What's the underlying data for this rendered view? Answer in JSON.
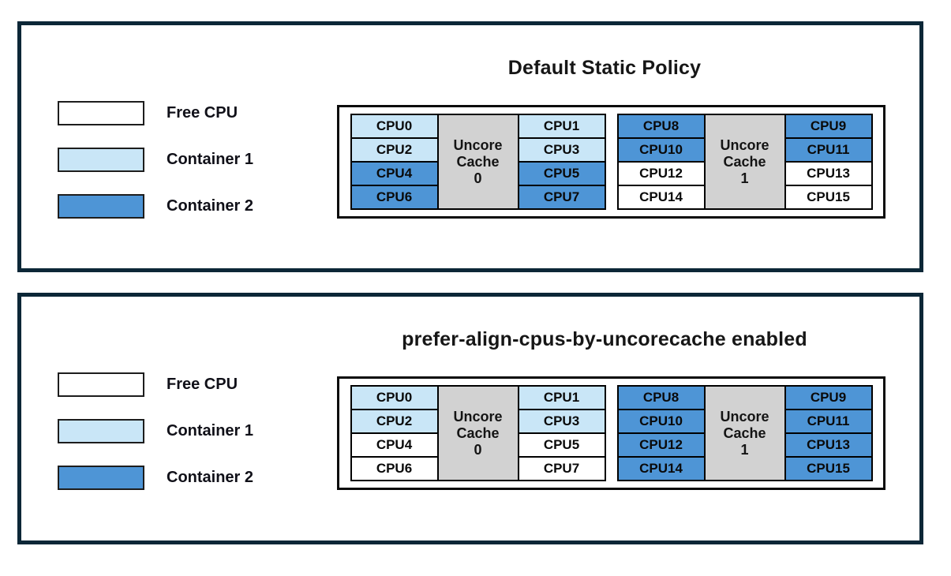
{
  "colors": {
    "free": "#ffffff",
    "container1": "#c9e6f7",
    "container2": "#4e95d6",
    "cache_fill": "#d2d2d2",
    "panel_border": "#0c2737"
  },
  "legend": {
    "items": [
      {
        "label": "Free CPU",
        "state": "free"
      },
      {
        "label": "Container 1",
        "state": "container1"
      },
      {
        "label": "Container 2",
        "state": "container2"
      }
    ]
  },
  "panels": [
    {
      "title": "Default Static Policy",
      "caches": [
        {
          "label_lines": [
            "Uncore",
            "Cache",
            "0"
          ],
          "left_cpus": [
            {
              "label": "CPU0",
              "state": "container1"
            },
            {
              "label": "CPU2",
              "state": "container1"
            },
            {
              "label": "CPU4",
              "state": "container2"
            },
            {
              "label": "CPU6",
              "state": "container2"
            }
          ],
          "right_cpus": [
            {
              "label": "CPU1",
              "state": "container1"
            },
            {
              "label": "CPU3",
              "state": "container1"
            },
            {
              "label": "CPU5",
              "state": "container2"
            },
            {
              "label": "CPU7",
              "state": "container2"
            }
          ]
        },
        {
          "label_lines": [
            "Uncore",
            "Cache",
            "1"
          ],
          "left_cpus": [
            {
              "label": "CPU8",
              "state": "container2"
            },
            {
              "label": "CPU10",
              "state": "container2"
            },
            {
              "label": "CPU12",
              "state": "free"
            },
            {
              "label": "CPU14",
              "state": "free"
            }
          ],
          "right_cpus": [
            {
              "label": "CPU9",
              "state": "container2"
            },
            {
              "label": "CPU11",
              "state": "container2"
            },
            {
              "label": "CPU13",
              "state": "free"
            },
            {
              "label": "CPU15",
              "state": "free"
            }
          ]
        }
      ]
    },
    {
      "title": "prefer-align-cpus-by-uncorecache enabled",
      "caches": [
        {
          "label_lines": [
            "Uncore",
            "Cache",
            "0"
          ],
          "left_cpus": [
            {
              "label": "CPU0",
              "state": "container1"
            },
            {
              "label": "CPU2",
              "state": "container1"
            },
            {
              "label": "CPU4",
              "state": "free"
            },
            {
              "label": "CPU6",
              "state": "free"
            }
          ],
          "right_cpus": [
            {
              "label": "CPU1",
              "state": "container1"
            },
            {
              "label": "CPU3",
              "state": "container1"
            },
            {
              "label": "CPU5",
              "state": "free"
            },
            {
              "label": "CPU7",
              "state": "free"
            }
          ]
        },
        {
          "label_lines": [
            "Uncore",
            "Cache",
            "1"
          ],
          "left_cpus": [
            {
              "label": "CPU8",
              "state": "container2"
            },
            {
              "label": "CPU10",
              "state": "container2"
            },
            {
              "label": "CPU12",
              "state": "container2"
            },
            {
              "label": "CPU14",
              "state": "container2"
            }
          ],
          "right_cpus": [
            {
              "label": "CPU9",
              "state": "container2"
            },
            {
              "label": "CPU11",
              "state": "container2"
            },
            {
              "label": "CPU13",
              "state": "container2"
            },
            {
              "label": "CPU15",
              "state": "container2"
            }
          ]
        }
      ]
    }
  ]
}
